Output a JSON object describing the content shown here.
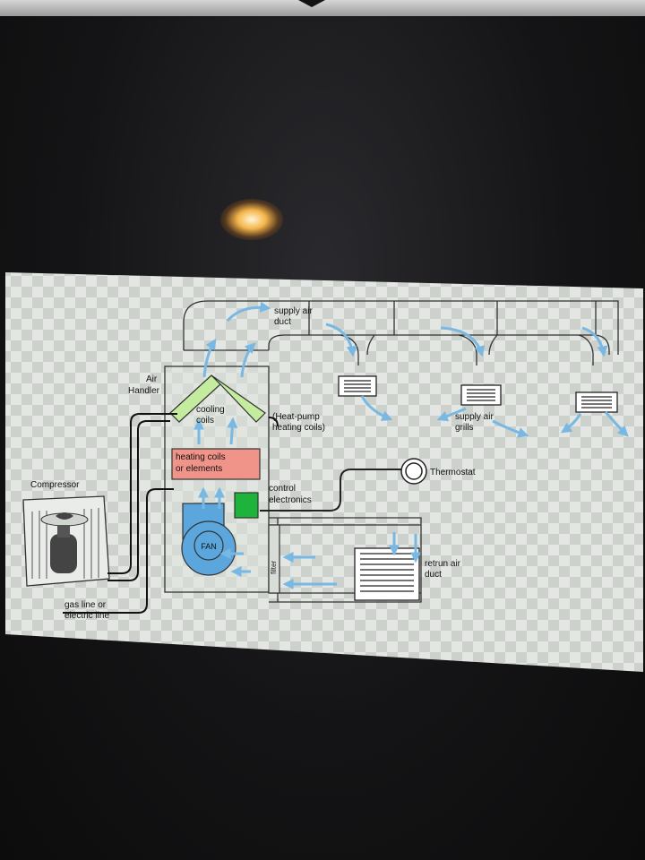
{
  "labels": {
    "supply_duct": [
      "supply air",
      "duct"
    ],
    "air_handler": [
      "Air",
      "Handler"
    ],
    "cooling_coils": [
      "cooling",
      "coils"
    ],
    "heat_pump": [
      "(Heat-pump",
      "heating coils)"
    ],
    "supply_grills": [
      "supply air",
      "grills"
    ],
    "heating_coils": [
      "heating coils",
      "or elements"
    ],
    "thermostat": "Thermostat",
    "compressor": "Compressor",
    "control": [
      "control",
      "electronics"
    ],
    "fan": "FAN",
    "filter": "filter",
    "return_duct": [
      "retrun air",
      "duct"
    ],
    "gas_line": [
      "gas line or",
      "electric line"
    ]
  },
  "colors": {
    "airflow": "#79b8e3",
    "cooling_coils": "#c4ec9e",
    "heating_coils": "#f0948a",
    "control_box": "#1eb33a",
    "fan": "#5ba6dc"
  }
}
